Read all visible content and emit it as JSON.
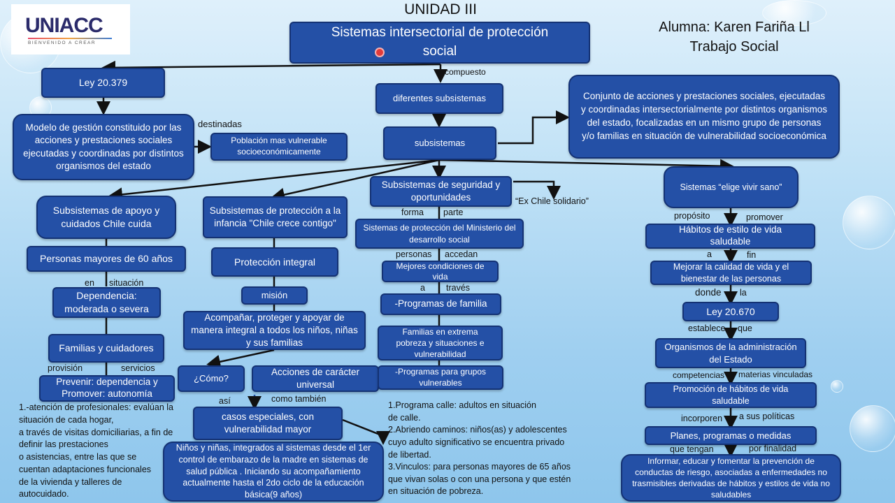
{
  "header": {
    "unit": "UNIDAD III",
    "student": "Alumna: Karen Fariña Ll",
    "career": "Trabajo Social"
  },
  "logo": {
    "brand": "UNIACC",
    "tagline": "BIENVENIDO A CREAR"
  },
  "boxes": {
    "main": "Sistemas intersectorial de protección social",
    "ley20379": "Ley 20.379",
    "modelo": "Modelo de gestión constituido por las acciones y prestaciones sociales ejecutadas y coordinadas por distintos organismos del estado",
    "poblacion": "Población mas vulnerable socioeconómicamente",
    "diferentes": "diferentes subsistemas",
    "subsistemas": "subsistemas",
    "conjunto": "Conjunto de acciones y prestaciones sociales, ejecutadas y coordinadas intersectorialmente por distintos organismos del estado, focalizadas en un mismo grupo de personas y/o familias en situación de vulnerabilidad socioeconómica",
    "apoyo": "Subsistemas de apoyo y cuidados Chile cuida",
    "mayores": "Personas mayores de 60 años",
    "dependencia": "Dependencia: moderada o severa",
    "familias": "Familias y cuidadores",
    "prevenir": "Prevenir: dependencia y Promover: autonomía",
    "infancia": "Subsistemas de protección a la infancia \"Chile crece contigo\"",
    "integral": "Protección integral",
    "mision": "misión",
    "acompanar": "Acompañar, proteger y apoyar de manera integral a todos los niños, niñas y sus familias",
    "como": "¿Cómo?",
    "acciones": "Acciones de carácter universal",
    "casos": "casos especiales, con vulnerabilidad mayor",
    "ninos": "Niños y niñas, integrados al sistemas desde el 1er control de embarazo de la madre en sistemas de salud pública . Iniciando su acompañamiento actualmente hasta el 2do ciclo de la educación básica(9 años)",
    "seguridad": "Subsistemas de seguridad y oportunidades",
    "ministerio": "Sistemas de protección del Ministerio del desarrollo social",
    "mejores": "Mejores condiciones de vida",
    "programas": "-Programas de familia",
    "extrema": "Familias en extrema pobreza y situaciones e vulnerabilidad",
    "grupos": "-Programas para grupos vulnerables",
    "elige": "Sistemas “elige vivir sano”",
    "habitos": "Hábitos de estilo de vida saludable",
    "mejorar": "Mejorar la calidad de vida y el bienestar de las personas",
    "ley20670": "Ley 20.670",
    "organismos": "Organismos de la administración del Estado",
    "promocion": "Promoción de hábitos de vida saludable",
    "planes": "Planes, programas o medidas",
    "informar": "Informar, educar y fomentar la prevención de conductas de riesgo, asociadas a enfermedades no trasmisibles derivadas de hábitos y estilos de vida no saludables"
  },
  "labels": {
    "compuesto": "compuesto",
    "destinadas": "destinadas",
    "ex_chile": "“Ex Chile solidario”",
    "en": "en",
    "situacion": "situación",
    "provision": "provisión",
    "servicios": "servicios",
    "asi": "así",
    "como_tambien": "como también",
    "forma": "forma",
    "parte": "parte",
    "personas": "personas",
    "accedan": "accedan",
    "a1": "a",
    "traves": "través",
    "proposito": "propósito",
    "promover": "promover",
    "a2": "a",
    "fin": "fin",
    "donde": "donde",
    "la": "la",
    "establece": "establece",
    "que": "que",
    "competencias": "competencias",
    "materias": "materias vinculadas",
    "incorporen": "incorporen",
    "a_sus": "a sus políticas",
    "que_tengan": "que tengan",
    "por_finalidad": "por finalidad"
  },
  "notes_left": [
    "1.-atención de profesionales: evalúan la",
    "situación de cada hogar,",
    "a través de visitas domiciliarias, a fin de",
    "definir las prestaciones",
    " o asistencias, entre las que se",
    " cuentan adaptaciones funcionales",
    "de la vivienda y talleres de",
    "autocuidado."
  ],
  "notes_center": [
    "1.Programa calle: adultos en situación",
    "de calle.",
    "2.Abriendo caminos: niños(as) y adolescentes",
    "cuyo adulto significativo se encuentra privado",
    "de libertad.",
    "3.Vinculos: para personas mayores de 65 años",
    "que vivan solas o con una persona y que estén",
    "en situación de pobreza."
  ],
  "colors": {
    "box": "#2450a6",
    "border": "#143274",
    "line": "#111111"
  }
}
